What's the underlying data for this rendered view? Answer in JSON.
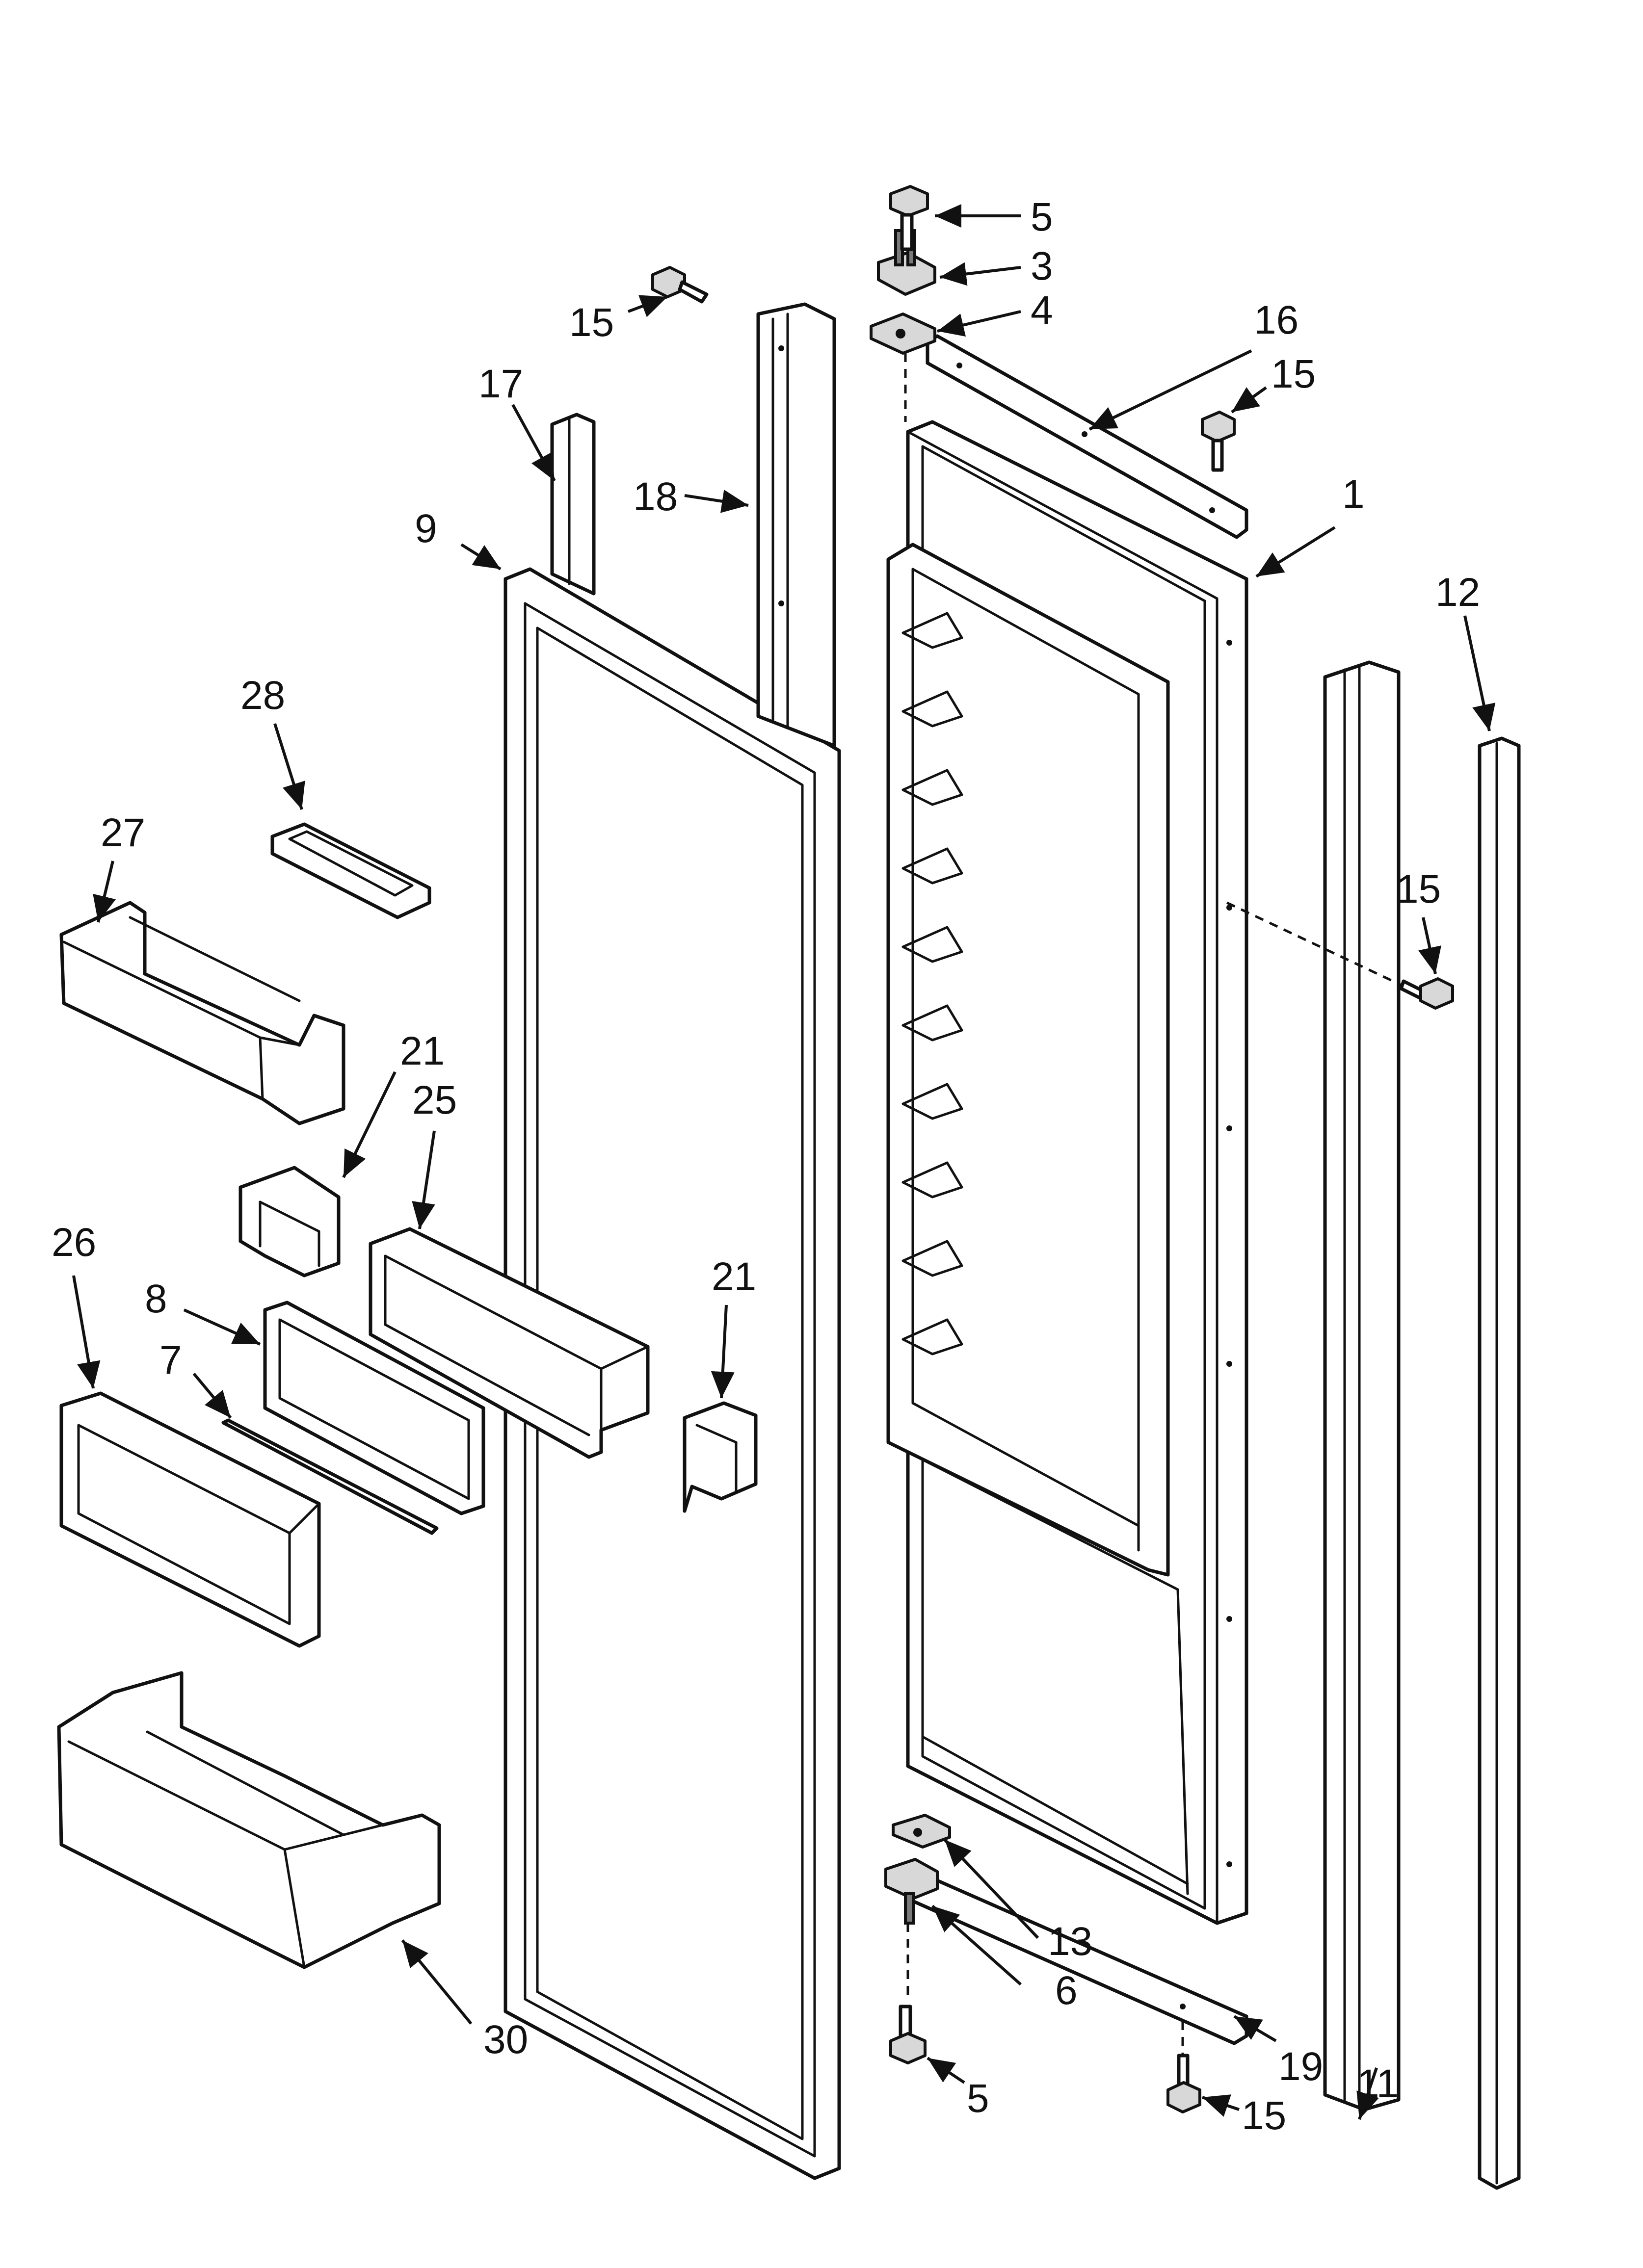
{
  "callouts": {
    "c5_top": "5",
    "c3": "3",
    "c4": "4",
    "c15_top_left": "15",
    "c16": "16",
    "c15_top_right": "15",
    "c17": "17",
    "c18": "18",
    "c1": "1",
    "c9": "9",
    "c12": "12",
    "c28": "28",
    "c27": "27",
    "c15_mid_right": "15",
    "c21_left": "21",
    "c25": "25",
    "c26": "26",
    "c8": "8",
    "c21_mid": "21",
    "c7": "7",
    "c13": "13",
    "c6": "6",
    "c30": "30",
    "c19": "19",
    "c11": "11",
    "c5_bottom": "5",
    "c15_bottom": "15"
  },
  "colors": {
    "line": "#111111",
    "background": "#ffffff"
  }
}
